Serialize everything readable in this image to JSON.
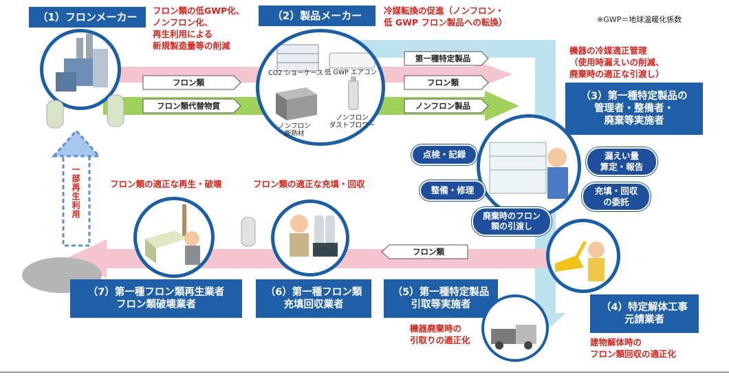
{
  "note": "※GWP＝地球温暖化係数",
  "actors": {
    "a1": {
      "title": "（1）フロンメーカー",
      "desc": "フロン類の低GWP化、\nノンフロン化、\n再生利用による\n新規製造量等の削減"
    },
    "a2": {
      "title": "（2）製品メーカー",
      "desc": "冷媒転換の促進（ノンフロン・\n低 GWP フロン製品への転換）"
    },
    "a3": {
      "title": "（3）第一種特定製品の\n管理者・整備者・\n廃棄等実施者",
      "desc": "機器の冷媒適正管理\n（使用時漏えいの削減、\n廃棄時の適正な引渡し）"
    },
    "a4": {
      "title": "（4）特定解体工事\n元請業者",
      "desc": "建物解体時の\nフロン類回収の適正化"
    },
    "a5": {
      "title": "（5）第一種特定製品\n引取等実施者",
      "desc": "機器廃棄時の\n引取りの適正化"
    },
    "a6": {
      "title": "（6）第一種フロン類\n充填回収業者",
      "desc": "フロン類の適正な充填・回収"
    },
    "a7": {
      "title": "（7）第一種フロン類再生業者\nフロン類破壊業者",
      "desc": "フロン類の適正な再生・破壊"
    }
  },
  "flows": {
    "f1": "フロン類",
    "f2": "フロン類代替物質",
    "f3": "第一種特定製品",
    "f4": "フロン類",
    "f5": "ノンフロン製品",
    "f6": "フロン類"
  },
  "recycle": "一部再生利用",
  "products": {
    "showcase": "CO2 ショーケース",
    "aircon": "低 GWP エアコン",
    "insulation": "ノンフロン\n断熱材",
    "duster": "ノンフロン\nダストブロワー"
  },
  "tasks": [
    "点検・記録",
    "整備・修理",
    "廃棄時のフロン\n類の引渡し",
    "漏えい量\n算定・報告",
    "充填・回収\nの委託"
  ]
}
